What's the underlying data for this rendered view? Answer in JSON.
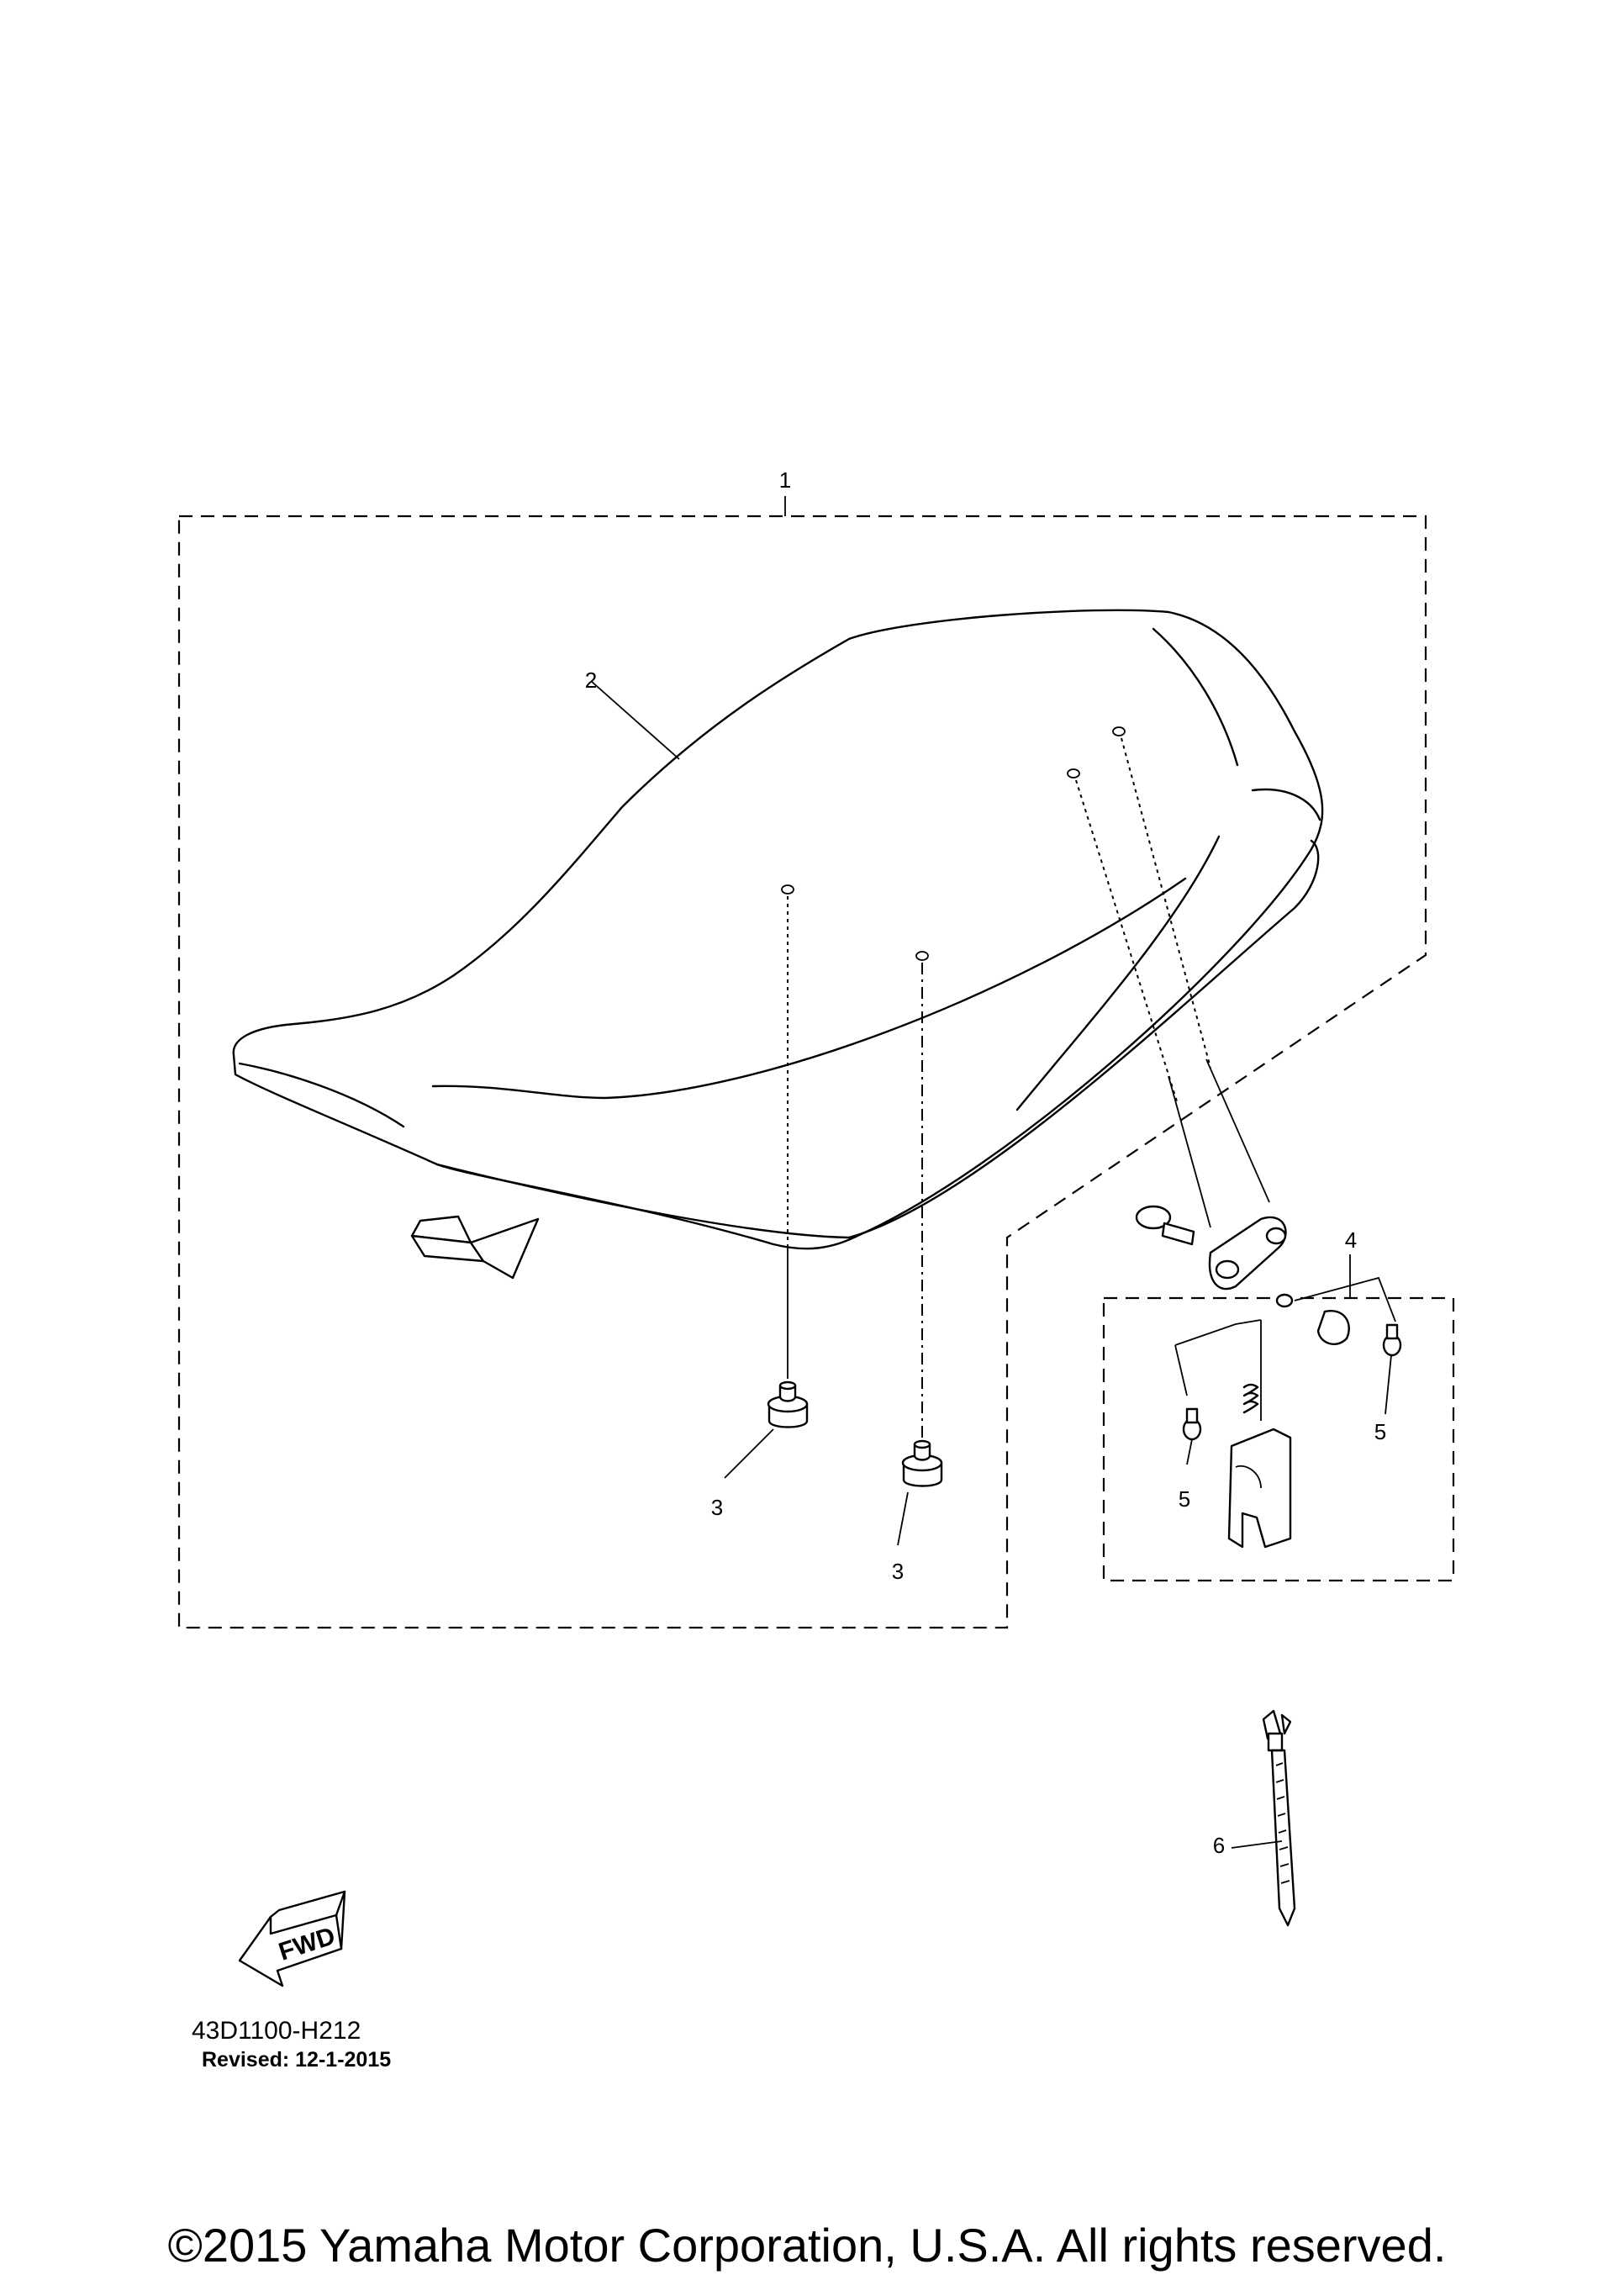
{
  "diagram": {
    "callouts": [
      "1",
      "2",
      "3",
      "3",
      "4",
      "5",
      "5",
      "6"
    ],
    "fwd_label": "FWD",
    "drawing_code": "43D1100-H212",
    "revised": "Revised: 12-1-2015"
  },
  "footer": {
    "copyright": "©2015 Yamaha Motor Corporation, U.S.A. All rights reserved."
  },
  "icons": [
    "fwd-arrow-icon"
  ]
}
